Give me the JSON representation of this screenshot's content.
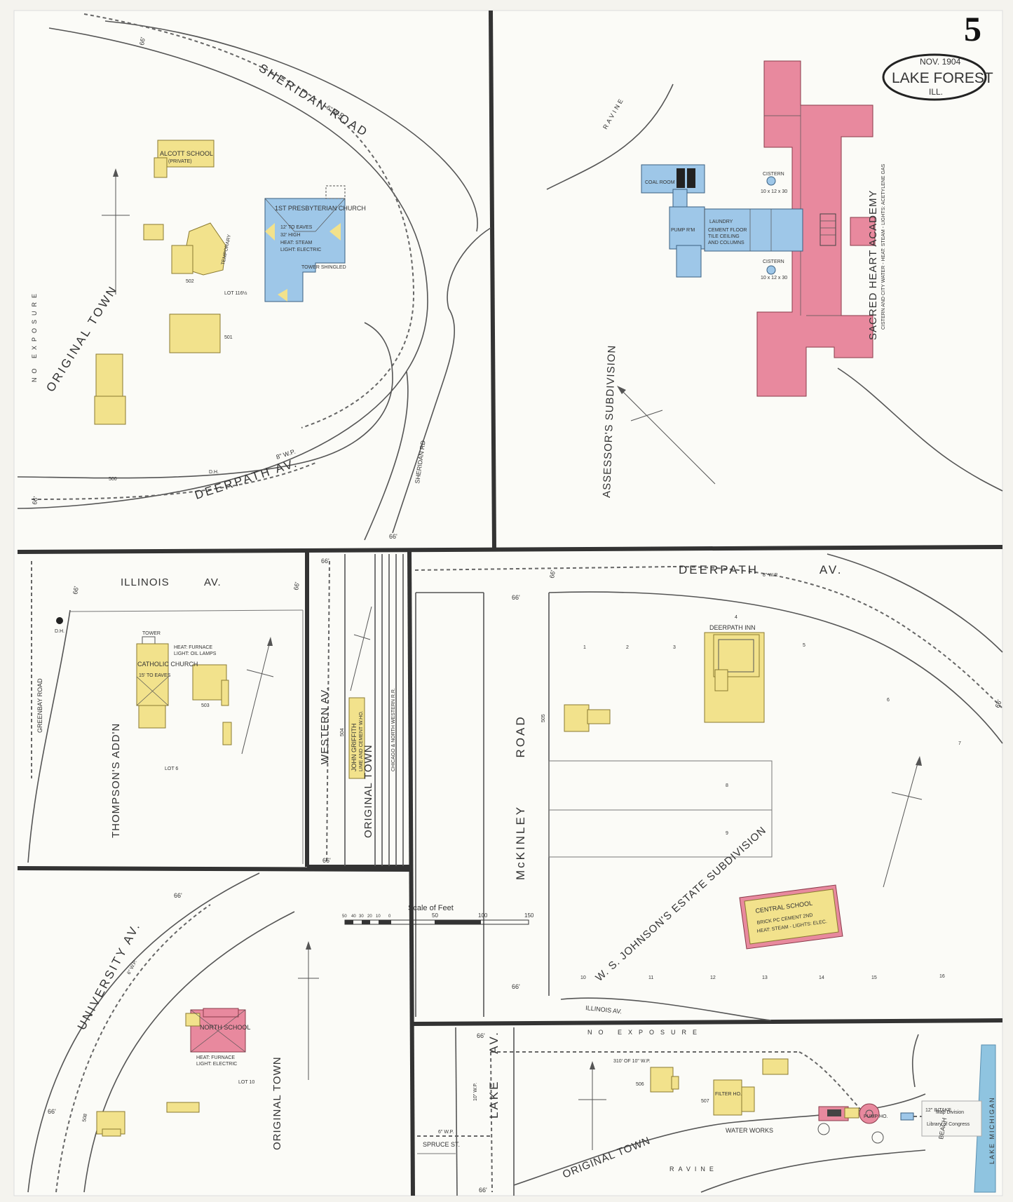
{
  "sheet": {
    "number": "5",
    "date": "NOV. 1904",
    "city": "LAKE FOREST",
    "state": "ILL."
  },
  "streets": {
    "sheridan_road": "SHERIDAN ROAD",
    "sheridan_rd_small": "SHERIDAN RD",
    "deerpath_av": "DEERPATH AV.",
    "illinois_av": "ILLINOIS AV.",
    "illinois_av_small": "ILLINOIS AV.",
    "western_av": "WESTERN AV.",
    "mckinley_road": "McKINLEY ROAD",
    "university_av": "UNIVERSITY AV.",
    "lake_av": "LAKE AV.",
    "greenbay_road": "GREENBAY ROAD",
    "spruce_st": "SPRUCE ST.",
    "railroad": "CHICAGO & NORTH WESTERN R.R.",
    "wp_6": "6\" W.P.",
    "wp_8": "8\" W.P.",
    "wp_10": "10\" W.P.",
    "width_66": "66'"
  },
  "areas": {
    "original_town": "ORIGINAL TOWN",
    "assessors_subdivision": "ASSESSOR'S SUBDIVISION",
    "thompsons_addn": "THOMPSON'S ADD'N",
    "johnsons_estate": "W. S. JOHNSON'S ESTATE SUBDIVISION",
    "no_exposure": "NO EXPOSURE",
    "ravine": "RAVINE",
    "beach": "BEACH",
    "lake_michigan": "LAKE MICHIGAN"
  },
  "buildings": {
    "alcott_school": "ALCOTT SCHOOL",
    "alcott_private": "(PRIVATE)",
    "presbyterian_church": "1ST PRESBYTERIAN CHURCH",
    "church_note1": "12' TO EAVES",
    "church_note2": "32' HIGH",
    "church_note3": "HEAT: STEAM",
    "church_note4": "LIGHT: ELECTRIC",
    "tower_shingled": "TOWER SHINGLED",
    "temporary": "TEMPORARY",
    "catholic_church": "CATHOLIC CHURCH",
    "catholic_eaves": "15' TO EAVES",
    "catholic_heat": "HEAT: FURNACE",
    "catholic_light": "LIGHT: OIL LAMPS",
    "tower": "TOWER",
    "john_griffith": "JOHN GRIFFITH",
    "lime_cement": "LIME AND CEMENT W.HO.",
    "deerpath_inn": "DEERPATH INN",
    "central_school": "CENTRAL SCHOOL",
    "central_note1": "BRICK PC CEMENT 2ND",
    "central_note2": "HEAT: STEAM - LIGHTS: ELEC.",
    "north_school": "NORTH SCHOOL",
    "north_heat": "HEAT: FURNACE",
    "north_light": "LIGHT: ELECTRIC",
    "coal_room": "COAL ROOM",
    "laundry": "LAUNDRY",
    "laundry_note1": "CEMENT FLOOR",
    "laundry_note2": "TILE CEILING",
    "laundry_note3": "AND COLUMNS",
    "pump_room": "PUMP R'M",
    "cistern": "CISTERN",
    "cistern_size": "10 x 12 x 30",
    "sacred_heart": "SACRED HEART ACADEMY",
    "sacred_note": "CISTERN AND CITY WATER - HEAT: STEAM - LIGHTS: ACETYLENE GAS",
    "filter_ho": "FILTER HO.",
    "water_works": "WATER WORKS",
    "pump_ho": "PUMP HO.",
    "intake": "12\" INTAKE",
    "sixteen_intake": "310' OF 10\" W.P."
  },
  "lots": {
    "lot_116": "LOT 116½",
    "lot_6": "LOT 6",
    "lot_10": "LOT 10",
    "n500": "500",
    "n501": "501",
    "n502": "502",
    "n503": "503",
    "n504": "504",
    "n505": "505",
    "n506": "506",
    "n507": "507",
    "n508": "508",
    "dh": "D.H.",
    "lot_nums_top": [
      "1",
      "2",
      "3",
      "4",
      "5",
      "6",
      "7",
      "8",
      "9"
    ],
    "lot_nums_bottom": [
      "10",
      "11",
      "12",
      "13",
      "14",
      "15",
      "16"
    ]
  },
  "scale": {
    "title": "Scale of Feet",
    "ticks": [
      "50",
      "40",
      "30",
      "20",
      "10",
      "0",
      "50",
      "100",
      "150"
    ]
  },
  "stamp": {
    "line1": "Map Division",
    "line2": "Library of Congress"
  },
  "colors": {
    "frame_yellow": "#f2e28c",
    "brick_pink": "#e8899e",
    "stone_blue": "#9ec7e8",
    "water": "#8fc4e0"
  }
}
